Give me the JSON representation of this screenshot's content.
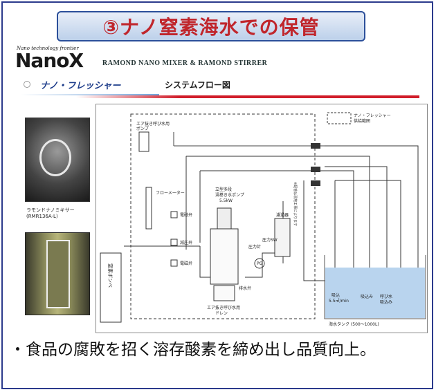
{
  "title": "③ナノ窒素海水での保管",
  "brand": {
    "tagline": "Nano technology frontier",
    "logo": "NanoX",
    "subtitle": "RAMOND NANO MIXER & RAMOND STIRRER"
  },
  "section": {
    "name": "ナノ・フレッシャー",
    "subtitle": "システムフロー図"
  },
  "photo_caption": [
    "ラモンドナノミキサー",
    "(RMR136A-L)"
  ],
  "diagram": {
    "legend": [
      "ナノ・フレッシャー",
      "供給範囲"
    ],
    "pump_air": [
      "エア抜き呼び水用",
      "ポンプ"
    ],
    "flowmeter": "フローメーター",
    "valve_check_top": "電磁弁",
    "valve_reduce": "減圧弁",
    "valve_check_bot": "電磁弁",
    "main_pump": [
      "立型多段",
      "渦巻き水ポンプ",
      "5.5kW"
    ],
    "pressure_gauge": "圧力計",
    "pressure_sw": "圧力SW",
    "pg": "PG",
    "drain_valve": "排水弁",
    "drain": [
      "エア抜き呼び水用",
      "ドレン"
    ],
    "gas": "窒素ボンベ",
    "filter": "濾過器",
    "tank_labels": [
      "吸込",
      "5.5㎥/min",
      "吸込み",
      "呼び水",
      "吸込み"
    ],
    "tank_name": "海水タンク (500〜1000L)",
    "vertical_note": "※配管は現地工事によります"
  },
  "bottom_text": "・食品の腐敗を招く溶存酸素を締め出し品質向上。"
}
